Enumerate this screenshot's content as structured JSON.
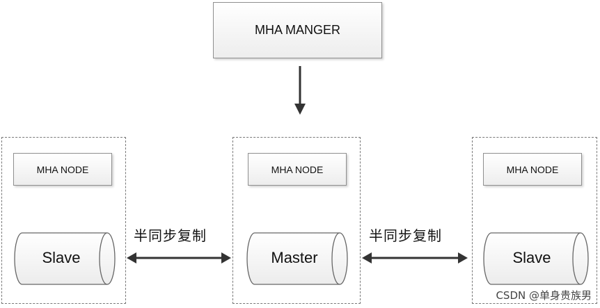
{
  "manager": {
    "label": "MHA MANGER"
  },
  "groups": [
    {
      "node_label": "MHA NODE",
      "db_label": "Slave"
    },
    {
      "node_label": "MHA NODE",
      "db_label": "Master"
    },
    {
      "node_label": "MHA NODE",
      "db_label": "Slave"
    }
  ],
  "replication": [
    {
      "label": "半同步复制"
    },
    {
      "label": "半同步复制"
    }
  ],
  "watermark": "CSDN @单身贵族男",
  "colors": {
    "box_border": "#8f8f8f",
    "dashed_border": "#777777",
    "arrow": "#333333",
    "text": "#111111"
  }
}
